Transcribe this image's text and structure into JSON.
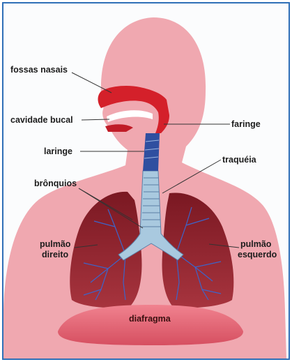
{
  "labels": {
    "fossas_nasais": "fossas nasais",
    "cavidade_bucal": "cavidade bucal",
    "faringe": "faringe",
    "laringe": "laringe",
    "traqueia": "traquéia",
    "bronquios": "brônquios",
    "pulmao_direito_line1": "pulmão",
    "pulmao_direito_line2": "direito",
    "pulmao_esquerdo_line1": "pulmão",
    "pulmao_esquerdo_line2": "esquerdo",
    "diafragma": "diafragma"
  },
  "colors": {
    "frame_border": "#2f6fb7",
    "body_silhouette": "#f0a8b0",
    "lung": "#8a1f2a",
    "trachea": "#a9c9df",
    "bronchi_lines": "#3d64c9",
    "diaphragm": "#e3606f",
    "nasal_cavity": "#d4202a"
  }
}
